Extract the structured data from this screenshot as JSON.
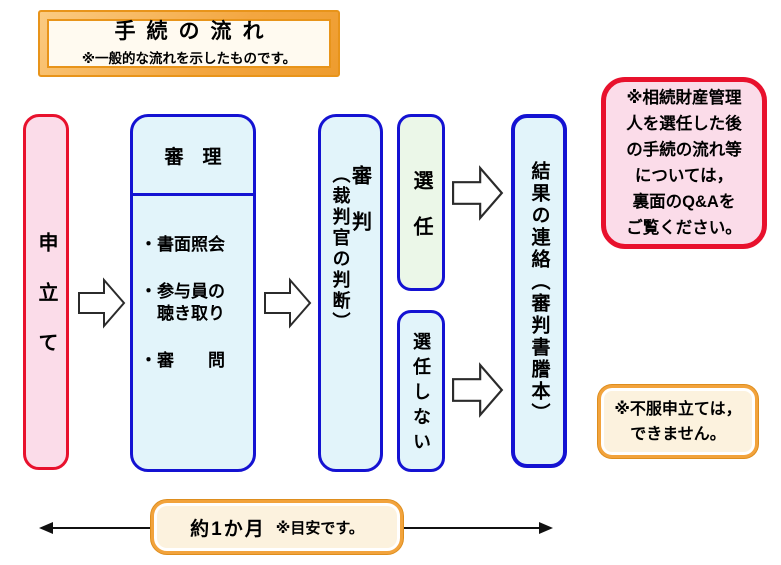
{
  "title_box": {
    "title": "手続の流れ",
    "subtitle": "※一般的な流れを示したものです。"
  },
  "boxes": {
    "application": "申立て",
    "examination_header": "審　理",
    "examination_items": [
      "・書面照会",
      "・参与員の\n　聴き取り",
      "・審　　問"
    ],
    "adjudication_main": "審判",
    "adjudication_sub": "（裁判官の判断）",
    "appointment": "選任",
    "no_appointment": "選任しない",
    "result": "結果の連絡（審判書謄本）"
  },
  "notes": {
    "followup": "※相続財産管理\n人を選任した後\nの手続の流れ等\nについては，\n裏面のQ&Aを\nご覧ください。",
    "no_appeal": "※不服申立ては，\nできません。"
  },
  "timeline": {
    "duration": "約1か月",
    "caption": "※目安です。"
  },
  "colors": {
    "red_border": "#E8112D",
    "pink_bg": "#FBDCE9",
    "blue_border": "#1412D2",
    "cyan_bg": "#E2F4FA",
    "green_bg": "#EBF7E8",
    "orange_border": "#F2A33C",
    "cream_bg": "#FCF2DE"
  }
}
